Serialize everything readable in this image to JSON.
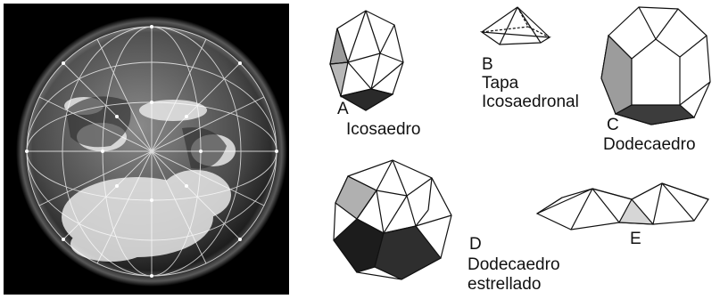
{
  "photo": {
    "subject": "earth-globe-with-geodesic-grid",
    "background_color": "#000000"
  },
  "shapes": [
    {
      "letter": "A",
      "name": "Icosaedro"
    },
    {
      "letter": "B",
      "name_lines": [
        "Tapa",
        "Icosaedronal"
      ]
    },
    {
      "letter": "C",
      "name": "Dodecaedro"
    },
    {
      "letter": "D",
      "name_lines": [
        "Dodecaedro",
        "estrellado"
      ]
    },
    {
      "letter": "E"
    }
  ]
}
